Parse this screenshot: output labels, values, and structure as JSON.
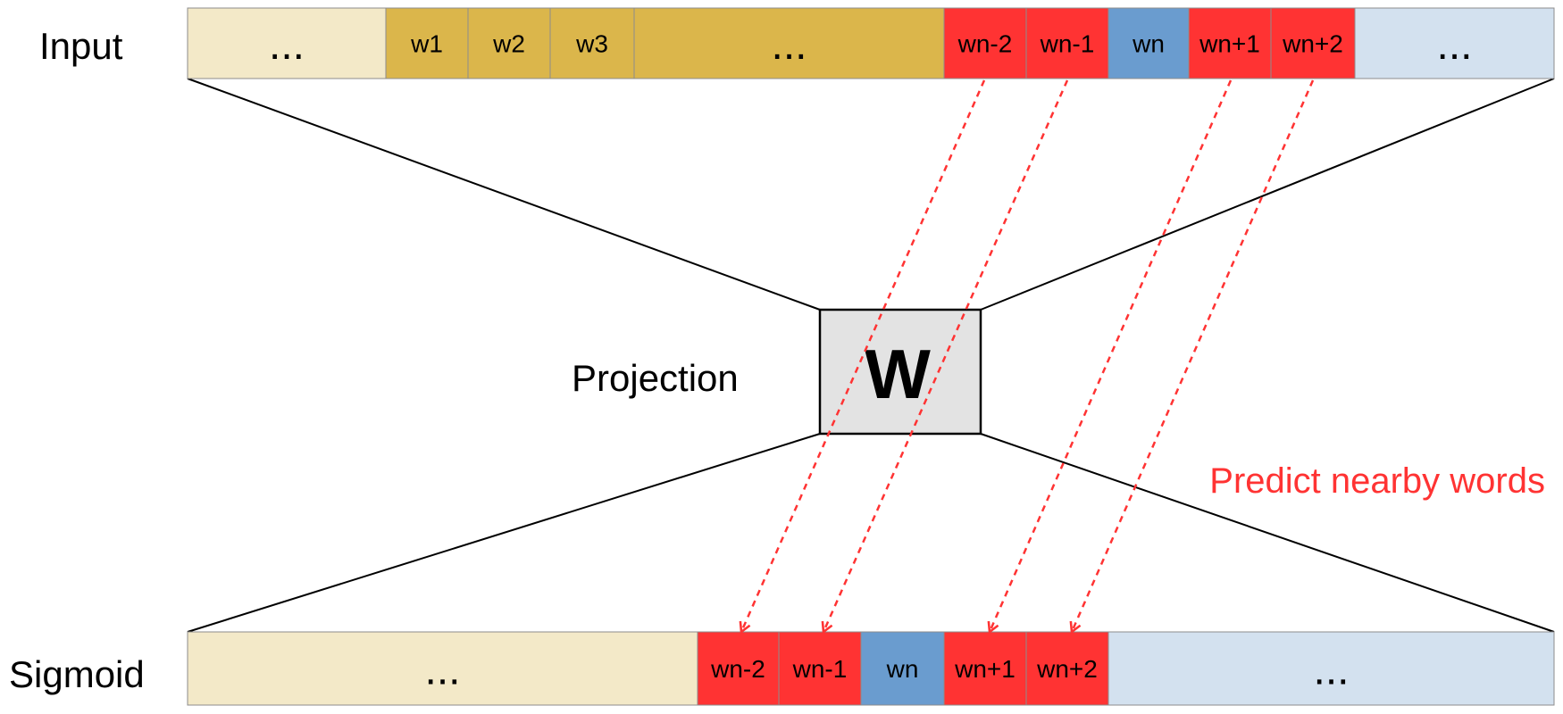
{
  "labels": {
    "input": "Input",
    "projection": "Projection",
    "sigmoid": "Sigmoid",
    "projection_symbol": "W",
    "annotation": "Predict nearby words"
  },
  "input_row": {
    "cells": [
      {
        "text": "...",
        "color": "#f3e9c8"
      },
      {
        "text": "w1",
        "color": "#dbb64b"
      },
      {
        "text": "w2",
        "color": "#dbb64b"
      },
      {
        "text": "w3",
        "color": "#dbb64b"
      },
      {
        "text": "...",
        "color": "#dbb64b"
      },
      {
        "text": "wn-2",
        "color": "#ff3333"
      },
      {
        "text": "wn-1",
        "color": "#ff3333"
      },
      {
        "text": "wn",
        "color": "#6a9ccf"
      },
      {
        "text": "wn+1",
        "color": "#ff3333"
      },
      {
        "text": "wn+2",
        "color": "#ff3333"
      },
      {
        "text": "...",
        "color": "#d3e1ef"
      }
    ]
  },
  "output_row": {
    "cells": [
      {
        "text": "...",
        "color": "#f3e9c8"
      },
      {
        "text": "wn-2",
        "color": "#ff3333"
      },
      {
        "text": "wn-1",
        "color": "#ff3333"
      },
      {
        "text": "wn",
        "color": "#6a9ccf"
      },
      {
        "text": "wn+1",
        "color": "#ff3333"
      },
      {
        "text": "wn+2",
        "color": "#ff3333"
      },
      {
        "text": "...",
        "color": "#d3e1ef"
      }
    ]
  },
  "colors": {
    "context_word": "#ff3333",
    "center_word": "#6a9ccf",
    "vocab_gold": "#dbb64b",
    "vocab_left": "#f3e9c8",
    "vocab_right": "#d3e1ef",
    "projection_fill": "#e3e3e3",
    "annotation": "#ff3333",
    "line": "#000000"
  }
}
